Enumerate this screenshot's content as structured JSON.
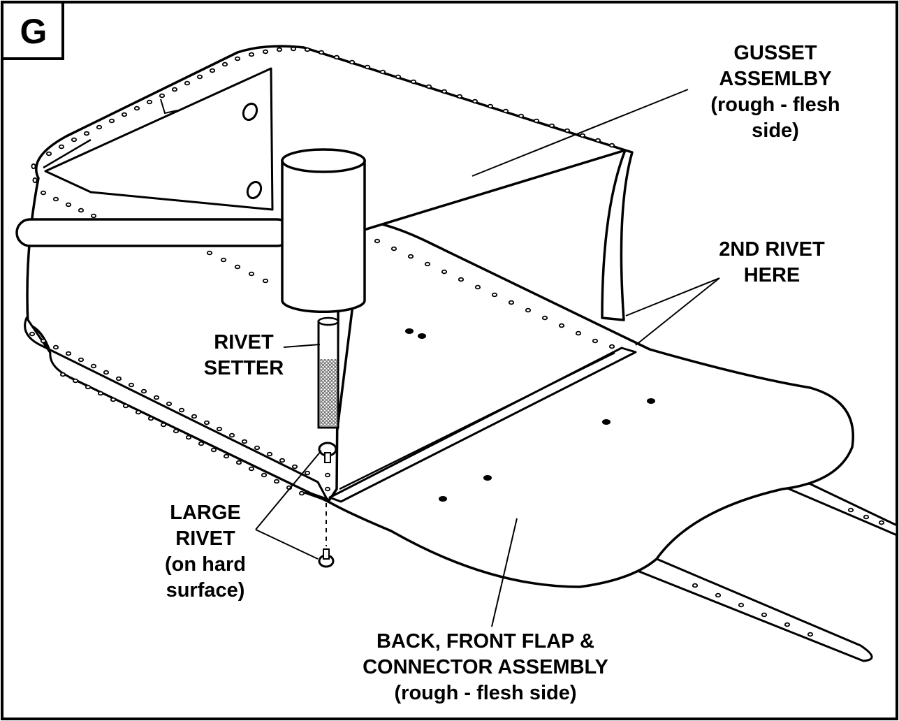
{
  "step": {
    "letter": "G"
  },
  "labels": {
    "gusset": {
      "line1": "GUSSET",
      "line2": "ASSEMLBY",
      "line3": "(rough - flesh",
      "line4": "side)"
    },
    "second_rivet": {
      "line1": "2ND RIVET",
      "line2": "HERE"
    },
    "rivet_setter": {
      "line1": "RIVET",
      "line2": "SETTER"
    },
    "large_rivet": {
      "line1": "LARGE",
      "line2": "RIVET",
      "line3": "(on hard",
      "line4": "surface)"
    },
    "back_assembly": {
      "line1": "BACK, FRONT FLAP &",
      "line2": "CONNECTOR ASSEMBLY",
      "line3": "(rough - flesh side)"
    }
  },
  "colors": {
    "ink": "#000000",
    "paper": "#ffffff",
    "setter_knurl": "#6e6e6e"
  }
}
